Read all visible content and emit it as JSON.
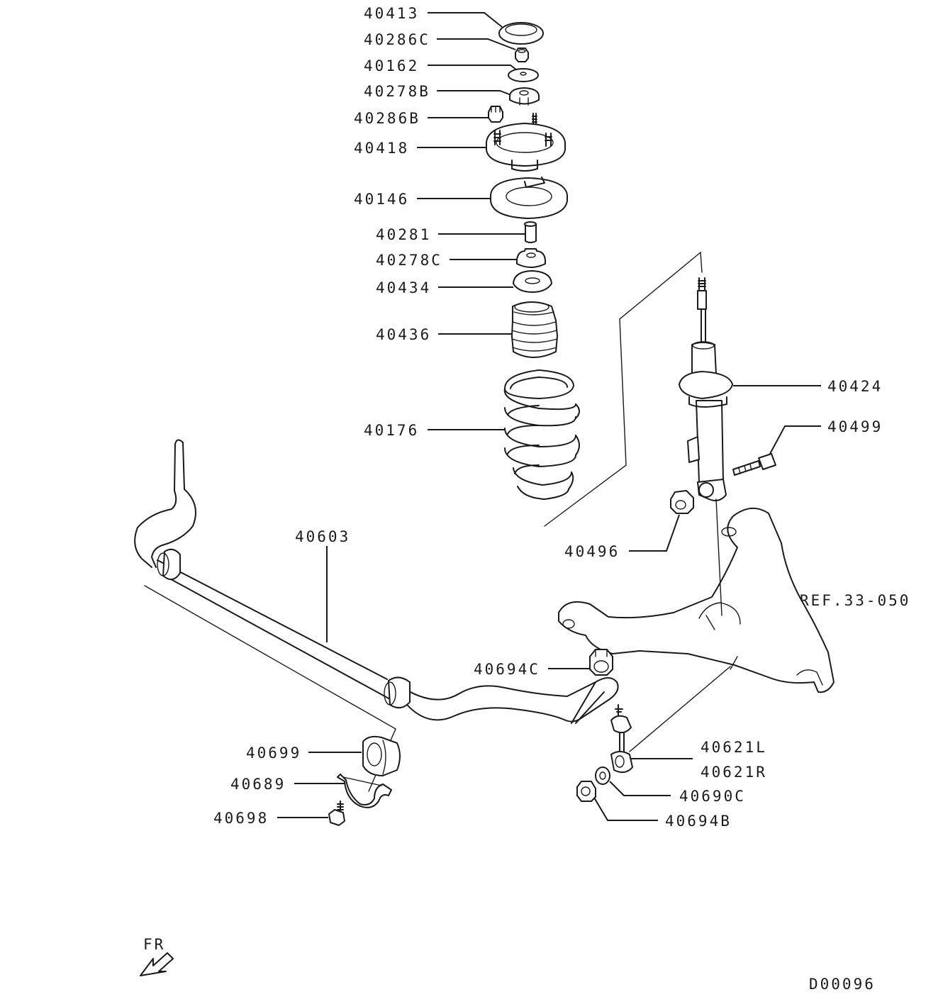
{
  "labels": {
    "p40413": "40413",
    "p40286C": "40286C",
    "p40162": "40162",
    "p40278B": "40278B",
    "p40286B": "40286B",
    "p40418": "40418",
    "p40146": "40146",
    "p40281": "40281",
    "p40278C": "40278C",
    "p40434": "40434",
    "p40436": "40436",
    "p40176": "40176",
    "p40424": "40424",
    "p40499": "40499",
    "p40496": "40496",
    "ref": "REF.33-050",
    "p40603": "40603",
    "p40694C": "40694C",
    "p40621L": "40621L",
    "p40621R": "40621R",
    "p40690C": "40690C",
    "p40694B": "40694B",
    "p40699": "40699",
    "p40689": "40689",
    "p40698": "40698",
    "fr": "FR",
    "diagram_code": "D00096"
  },
  "icons": {
    "direction_arrow": "front-direction-arrow-icon"
  },
  "colors": {
    "ink": "#1a1a1a",
    "background": "#ffffff"
  }
}
